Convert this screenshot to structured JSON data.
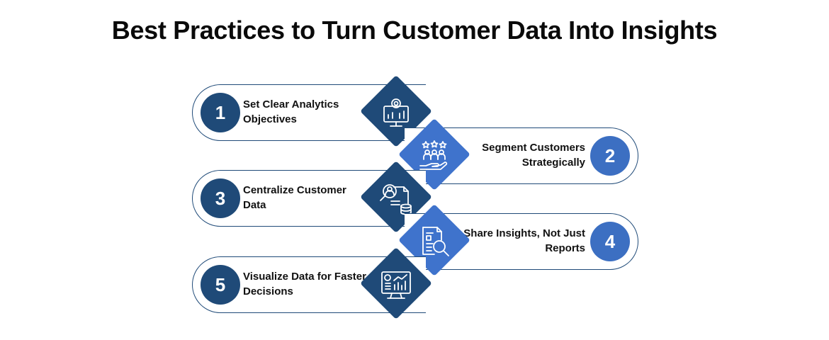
{
  "title": "Best Practices to Turn Customer Data Into Insights",
  "steps": [
    {
      "number": "1",
      "label": "Set Clear Analytics Objectives",
      "icon": "monitor-target-icon"
    },
    {
      "number": "2",
      "label": "Segment Customers Strategically",
      "icon": "customer-segment-icon"
    },
    {
      "number": "3",
      "label": "Centralize Customer Data",
      "icon": "data-search-database-icon"
    },
    {
      "number": "4",
      "label": "Share Insights, Not Just Reports",
      "icon": "report-magnifier-icon"
    },
    {
      "number": "5",
      "label": "Visualize Data for Faster Decisions",
      "icon": "dashboard-chart-icon"
    }
  ],
  "colors": {
    "dark_blue": "#1f4a78",
    "mid_blue": "#3c6fc2",
    "title_text": "#0a0a0a"
  }
}
